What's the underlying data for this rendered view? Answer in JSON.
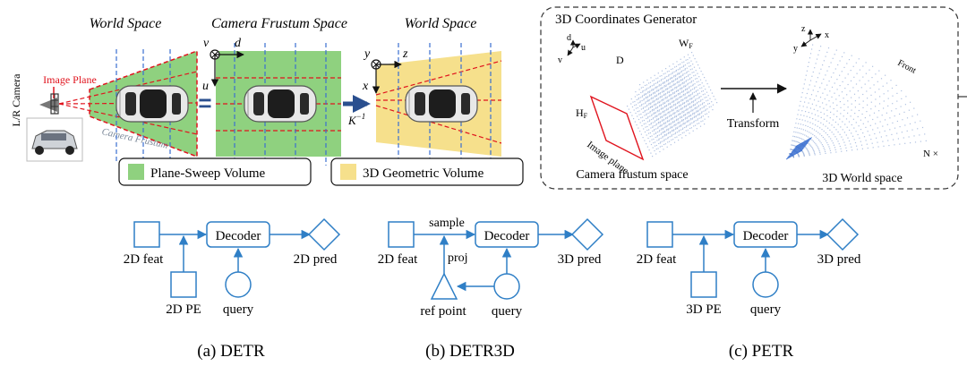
{
  "colors": {
    "plane_sweep": "#8fd17f",
    "geometric": "#f6e08c",
    "dash_red": "#e0141e",
    "dash_blue": "#3a6fd0",
    "diagram_blue": "#2f7fc6",
    "arrow_dark": "#2a4f8f"
  },
  "top_left": {
    "title_world_1": "World Space",
    "title_frustum": "Camera Frustum Space",
    "title_world_2": "World Space",
    "camera_label": "L/R Camera",
    "image_plane_label": "Image Plane",
    "frustum_label": "Camera Frustum",
    "axis_v": "v",
    "axis_d": "d",
    "axis_u": "u",
    "axis_y": "y",
    "axis_z": "z",
    "axis_x": "x",
    "transform_op": "K",
    "transform_sup": "−1",
    "equals": "=",
    "legend": [
      {
        "label": "Plane-Sweep Volume",
        "color_key": "plane_sweep"
      },
      {
        "label": "3D Geometric Volume",
        "color_key": "geometric"
      }
    ]
  },
  "generator": {
    "title": "3D Coordinates Generator",
    "axis_d": "d",
    "axis_u": "u",
    "axis_v": "v",
    "label_D": "D",
    "label_W": "W",
    "label_W_sub": "F",
    "label_H": "H",
    "label_H_sub": "F",
    "image_plane": "Image plane",
    "transform": "Transform",
    "frustum_caption": "Camera frustum space",
    "axis_z": "z",
    "axis_x": "x",
    "axis_y": "y",
    "front": "Front",
    "nx": "N ×",
    "world_caption": "3D World space"
  },
  "pipelines": [
    {
      "caption": "(a) DETR",
      "decoder": "Decoder",
      "feat": "2D feat",
      "pred": "2D pred",
      "pe": "2D PE",
      "query": "query"
    },
    {
      "caption": "(b) DETR3D",
      "decoder": "Decoder",
      "feat": "2D feat",
      "pred": "3D pred",
      "sample": "sample",
      "proj": "proj",
      "ref": "ref point",
      "query": "query"
    },
    {
      "caption": "(c) PETR",
      "decoder": "Decoder",
      "feat": "2D feat",
      "pred": "3D pred",
      "pe": "3D PE",
      "query": "query"
    }
  ]
}
